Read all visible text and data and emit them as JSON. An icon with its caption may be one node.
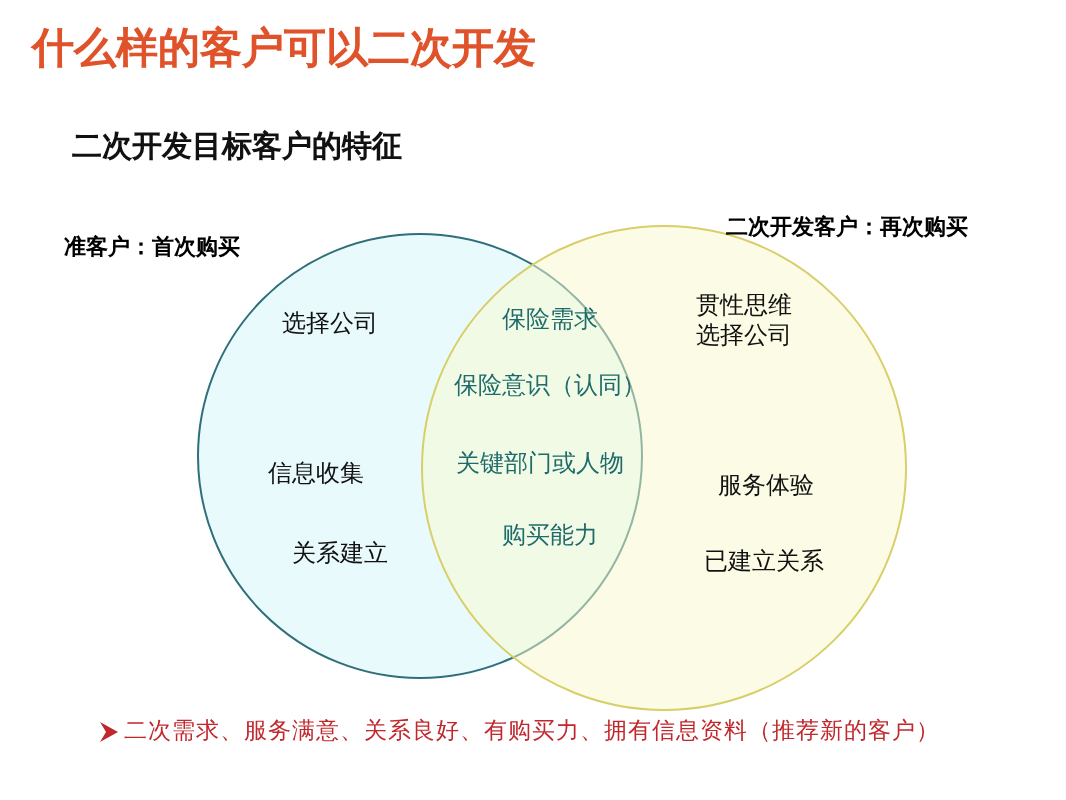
{
  "diagram": {
    "title": "什么样的客户可以二次开发",
    "nodes": [
      {
        "text": [
          "准客户：首次购买",
          "选择公司",
          "信息收集",
          "关系建立"
        ]
      },
      {
        "text": [
          "二次开发客户：再次购买",
          "贯性思维",
          "选择公司",
          "服务体验",
          "已建立关系"
        ]
      }
    ],
    "edges": [],
    "labels": [
      "二次开发目标客户的特征",
      "保险需求",
      "保险意识（认同）",
      "关键部门或人物",
      "购买能力",
      "二次需求、服务满意、关系良好、有购买力、拥有信息资料（推荐新的客户）"
    ]
  }
}
